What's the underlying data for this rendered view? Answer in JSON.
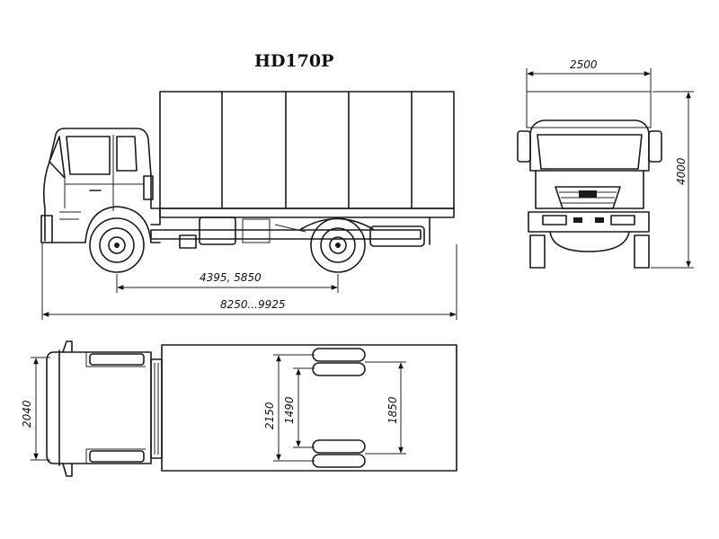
{
  "title": "HD170P",
  "dimensions": {
    "width_front": "2500",
    "height_front": "4000",
    "wheelbase": "4395, 5850",
    "length_total": "8250...9925",
    "cab_width": "2040",
    "rear_outer_track": "2150",
    "front_track": "1490",
    "rear_track": "1850"
  }
}
